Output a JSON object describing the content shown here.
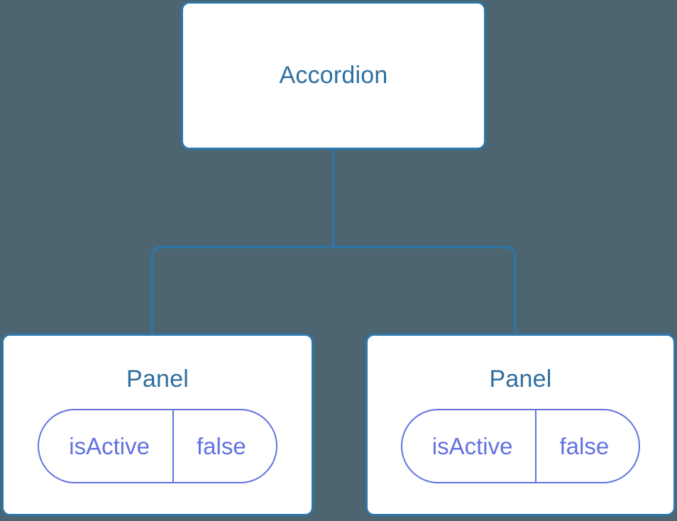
{
  "diagram": {
    "type": "component-tree",
    "background_color": "#4c6570",
    "node_border_color": "#2c77ad",
    "node_fill_color": "#ffffff",
    "title_color": "#2f6f9f",
    "connector_color": "#2c77ad",
    "badge_color": "#6272e0",
    "root": {
      "title": "Accordion"
    },
    "children": [
      {
        "title": "Panel",
        "state": {
          "key": "isActive",
          "value": "false"
        }
      },
      {
        "title": "Panel",
        "state": {
          "key": "isActive",
          "value": "false"
        }
      }
    ]
  }
}
